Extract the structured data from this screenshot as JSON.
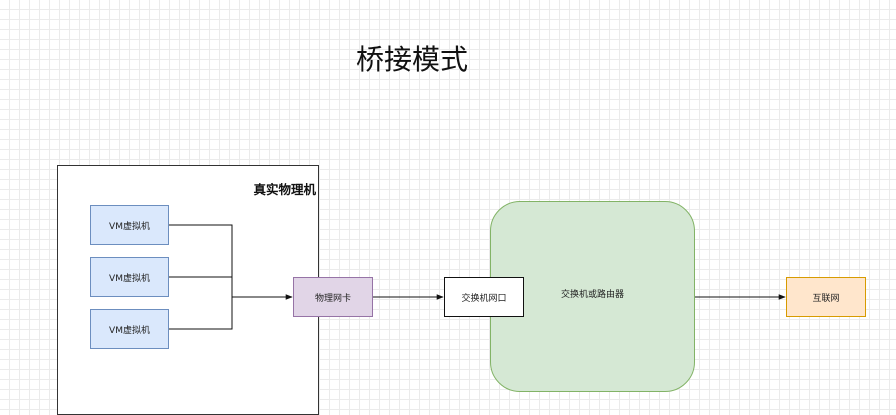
{
  "diagram": {
    "title": "桥接模式",
    "host": {
      "label": "真实物理机"
    },
    "vms": [
      {
        "label": "VM虚拟机"
      },
      {
        "label": "VM虚拟机"
      },
      {
        "label": "VM虚拟机"
      }
    ],
    "nic": {
      "label": "物理网卡"
    },
    "switch_port": {
      "label": "交换机网口"
    },
    "switch": {
      "label": "交换机或路由器"
    },
    "internet": {
      "label": "互联网"
    }
  },
  "colors": {
    "vm_fill": "#dae8fc",
    "vm_stroke": "#6c8ebf",
    "nic_fill": "#e1d5e7",
    "nic_stroke": "#9673a6",
    "switch_fill": "#d5e8d4",
    "switch_stroke": "#82b366",
    "internet_fill": "#ffe6cc",
    "internet_stroke": "#d79b00"
  }
}
